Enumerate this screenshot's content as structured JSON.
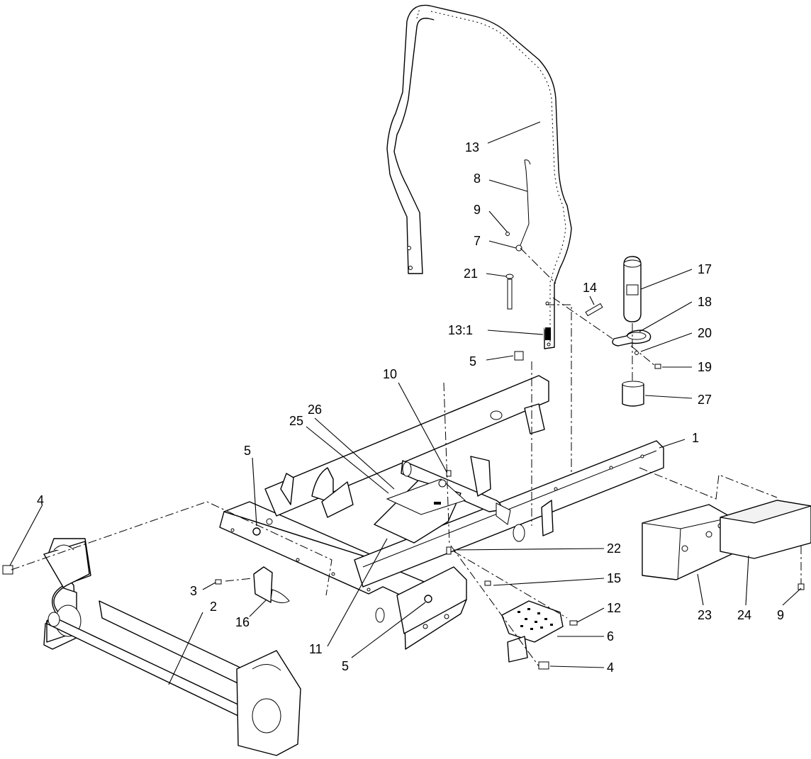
{
  "callouts": {
    "c1": "1",
    "c2": "2",
    "c3": "3",
    "c4a": "4",
    "c4b": "4",
    "c5a": "5",
    "c5b": "5",
    "c5c": "5",
    "c6": "6",
    "c7": "7",
    "c8": "8",
    "c9a": "9",
    "c9b": "9",
    "c10": "10",
    "c11": "11",
    "c12": "12",
    "c13": "13",
    "c13_1": "13:1",
    "c14": "14",
    "c15": "15",
    "c16": "16",
    "c17": "17",
    "c18": "18",
    "c19": "19",
    "c20": "20",
    "c21": "21",
    "c22": "22",
    "c23": "23",
    "c24": "24",
    "c25": "25",
    "c26": "26",
    "c27": "27"
  }
}
